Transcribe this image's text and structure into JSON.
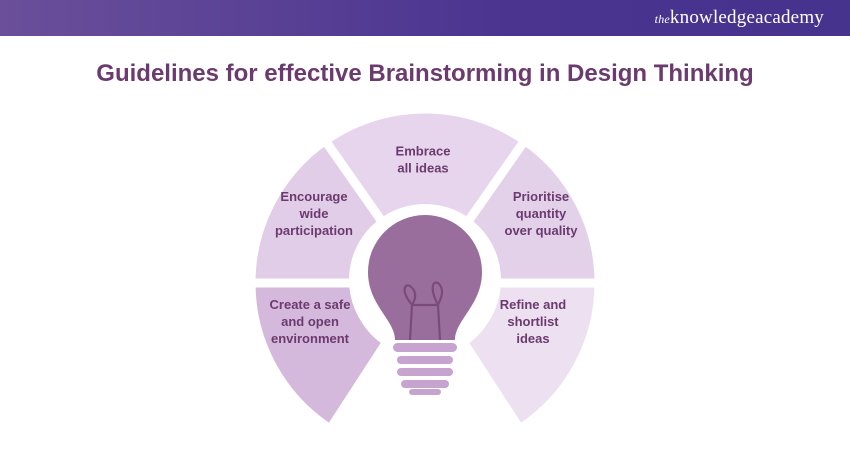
{
  "header": {
    "logo_prefix": "the",
    "logo_text": "knowledgeacademy"
  },
  "title": "Guidelines for effective Brainstorming in Design Thinking",
  "segments": [
    {
      "label_lines": [
        "Create a safe",
        "and open",
        "environment"
      ],
      "color": "#d5b9dd"
    },
    {
      "label_lines": [
        "Encourage",
        "wide",
        "participation"
      ],
      "color": "#e1cde7"
    },
    {
      "label_lines": [
        "Embrace",
        "all ideas"
      ],
      "color": "#e6d5ec"
    },
    {
      "label_lines": [
        "Prioritise",
        "quantity",
        "over quality"
      ],
      "color": "#e3d1e9"
    },
    {
      "label_lines": [
        "Refine and",
        "shortlist",
        "ideas"
      ],
      "color": "#ede1f1"
    }
  ],
  "colors": {
    "bulb": "#9a6e9c",
    "bulb_base": "#c7a3cf",
    "filament": "#7a4a7d"
  }
}
